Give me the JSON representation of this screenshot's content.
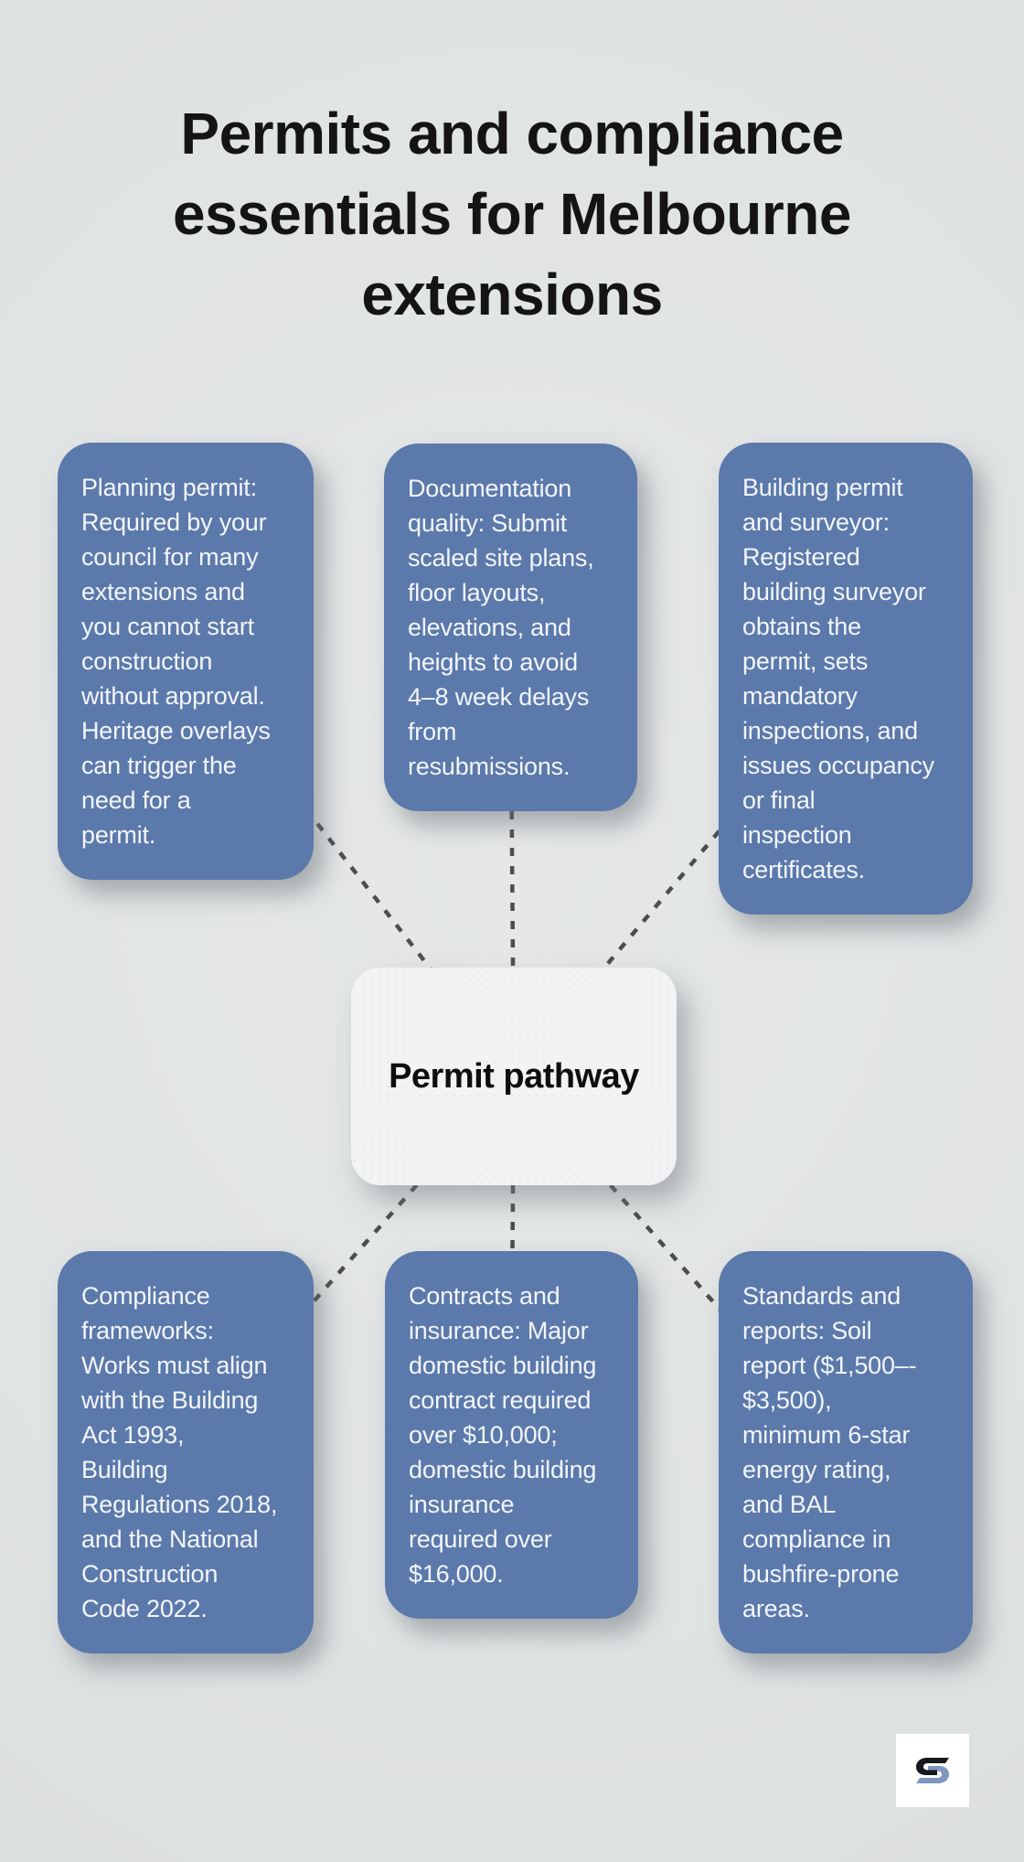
{
  "title": "Permits and compliance\nessentials for Melbourne\nextensions",
  "center": {
    "label": "Permit pathway"
  },
  "nodes": [
    {
      "id": "planning-permit",
      "text": "Planning permit:\nRequired by your\ncouncil for many\nextensions and\nyou cannot start\nconstruction\nwithout approval.\nHeritage overlays\ncan trigger the\nneed for a\npermit."
    },
    {
      "id": "documentation-quality",
      "text": "Documentation\nquality: Submit\nscaled site plans,\nfloor layouts,\nelevations, and\nheights to avoid\n4–8 week delays\nfrom\nresubmissions."
    },
    {
      "id": "building-permit-surveyor",
      "text": "Building permit\nand surveyor:\nRegistered\nbuilding surveyor\nobtains the\npermit, sets\nmandatory\ninspections, and\nissues occupancy\nor final\ninspection\ncertificates."
    },
    {
      "id": "compliance-frameworks",
      "text": "Compliance\nframeworks:\nWorks must align\nwith the Building\nAct 1993,\nBuilding\nRegulations 2018,\nand the National\nConstruction\nCode 2022."
    },
    {
      "id": "contracts-insurance",
      "text": "Contracts and\ninsurance: Major\ndomestic building\ncontract required\nover $10,000;\ndomestic building\ninsurance\nrequired over\n$16,000."
    },
    {
      "id": "standards-reports",
      "text": "Standards and\nreports: Soil\nreport ($1,500–-\n$3,500),\nminimum 6-star\nenergy rating,\nand BAL\ncompliance in\nbushfire-prone\nareas."
    }
  ],
  "logo": {
    "name": "s-mark"
  },
  "colors": {
    "background": "#dfe2e2",
    "bubble_fill": "#5b79ab",
    "bubble_text": "#f3f6fa",
    "center_fill": "#f2f3f5",
    "connector": "#4d4d4d",
    "title_text": "#141414",
    "logo_black": "#15181c",
    "logo_blue": "#7e96c0"
  }
}
